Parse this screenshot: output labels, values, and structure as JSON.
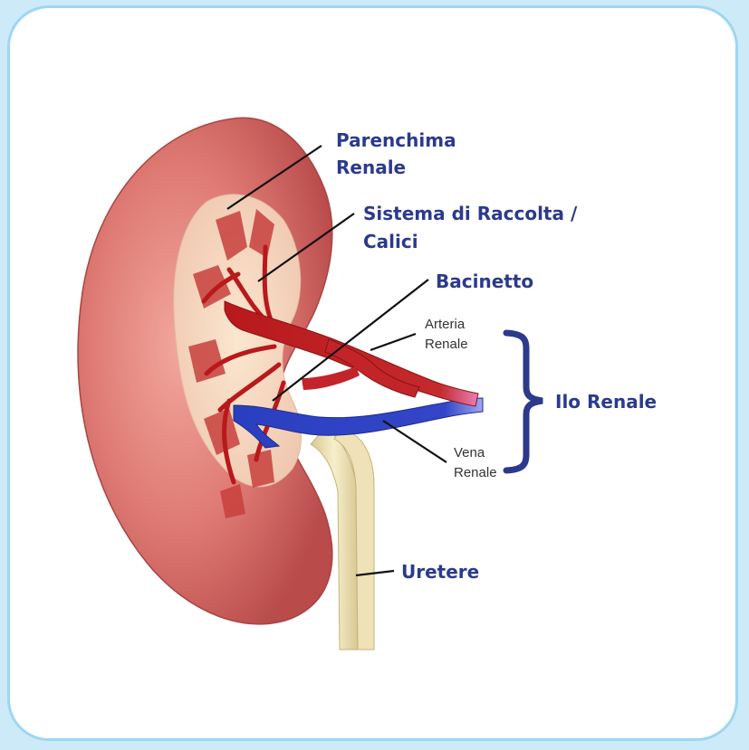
{
  "labels": {
    "parenchima_1": "Parenchima",
    "parenchima_2": "Renale",
    "sistema_1": "Sistema di Raccolta /",
    "sistema_2": "Calici",
    "bacinetto": "Bacinetto",
    "arteria_1": "Arteria",
    "arteria_2": "Renale",
    "ilo": "Ilo Renale",
    "vena_1": "Vena",
    "vena_2": "Renale",
    "uretere": "Uretere"
  },
  "colors": {
    "background": "#cdeaf8",
    "frame_border": "#9ed6f3",
    "label_blue": "#2b3a8c",
    "kidney": "#d8736f",
    "artery": "#b8191b",
    "vein": "#2a3fc0",
    "ureter": "#efe2b8"
  }
}
